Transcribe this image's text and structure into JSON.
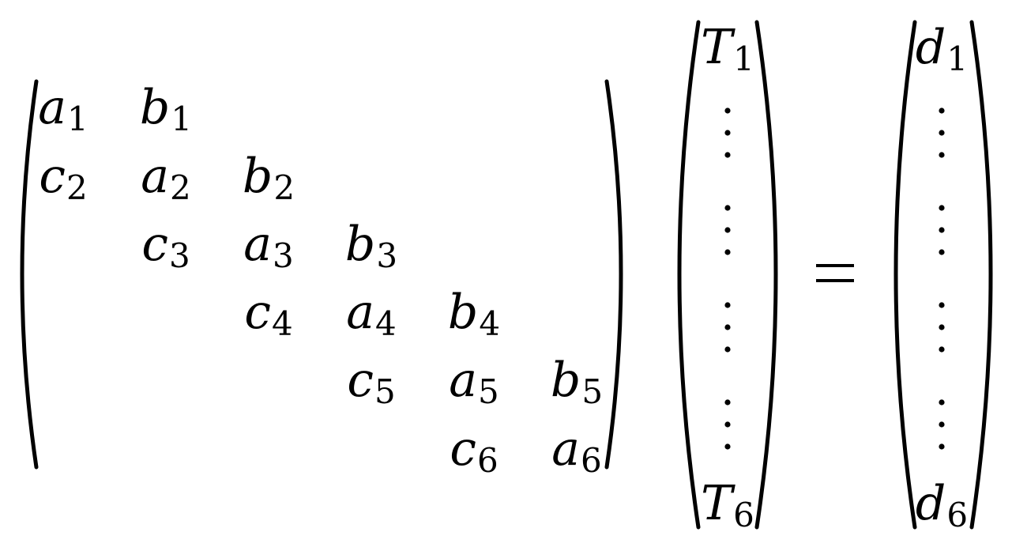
{
  "matrix": {
    "rows": [
      [
        {
          "s": "a",
          "i": "1"
        },
        {
          "s": "b",
          "i": "1"
        },
        null,
        null,
        null,
        null
      ],
      [
        {
          "s": "c",
          "i": "2"
        },
        {
          "s": "a",
          "i": "2"
        },
        {
          "s": "b",
          "i": "2"
        },
        null,
        null,
        null
      ],
      [
        null,
        {
          "s": "c",
          "i": "3"
        },
        {
          "s": "a",
          "i": "3"
        },
        {
          "s": "b",
          "i": "3"
        },
        null,
        null
      ],
      [
        null,
        null,
        {
          "s": "c",
          "i": "4"
        },
        {
          "s": "a",
          "i": "4"
        },
        {
          "s": "b",
          "i": "4"
        },
        null
      ],
      [
        null,
        null,
        null,
        {
          "s": "c",
          "i": "5"
        },
        {
          "s": "a",
          "i": "5"
        },
        {
          "s": "b",
          "i": "5"
        }
      ],
      [
        null,
        null,
        null,
        null,
        {
          "s": "c",
          "i": "6"
        },
        {
          "s": "a",
          "i": "6"
        }
      ]
    ]
  },
  "unknown_vector": {
    "first": {
      "s": "T",
      "i": "1"
    },
    "last": {
      "s": "T",
      "i": "6"
    },
    "vdots_count": 4
  },
  "rhs_vector": {
    "first": {
      "s": "d",
      "i": "1"
    },
    "last": {
      "s": "d",
      "i": "6"
    },
    "vdots_count": 4
  }
}
